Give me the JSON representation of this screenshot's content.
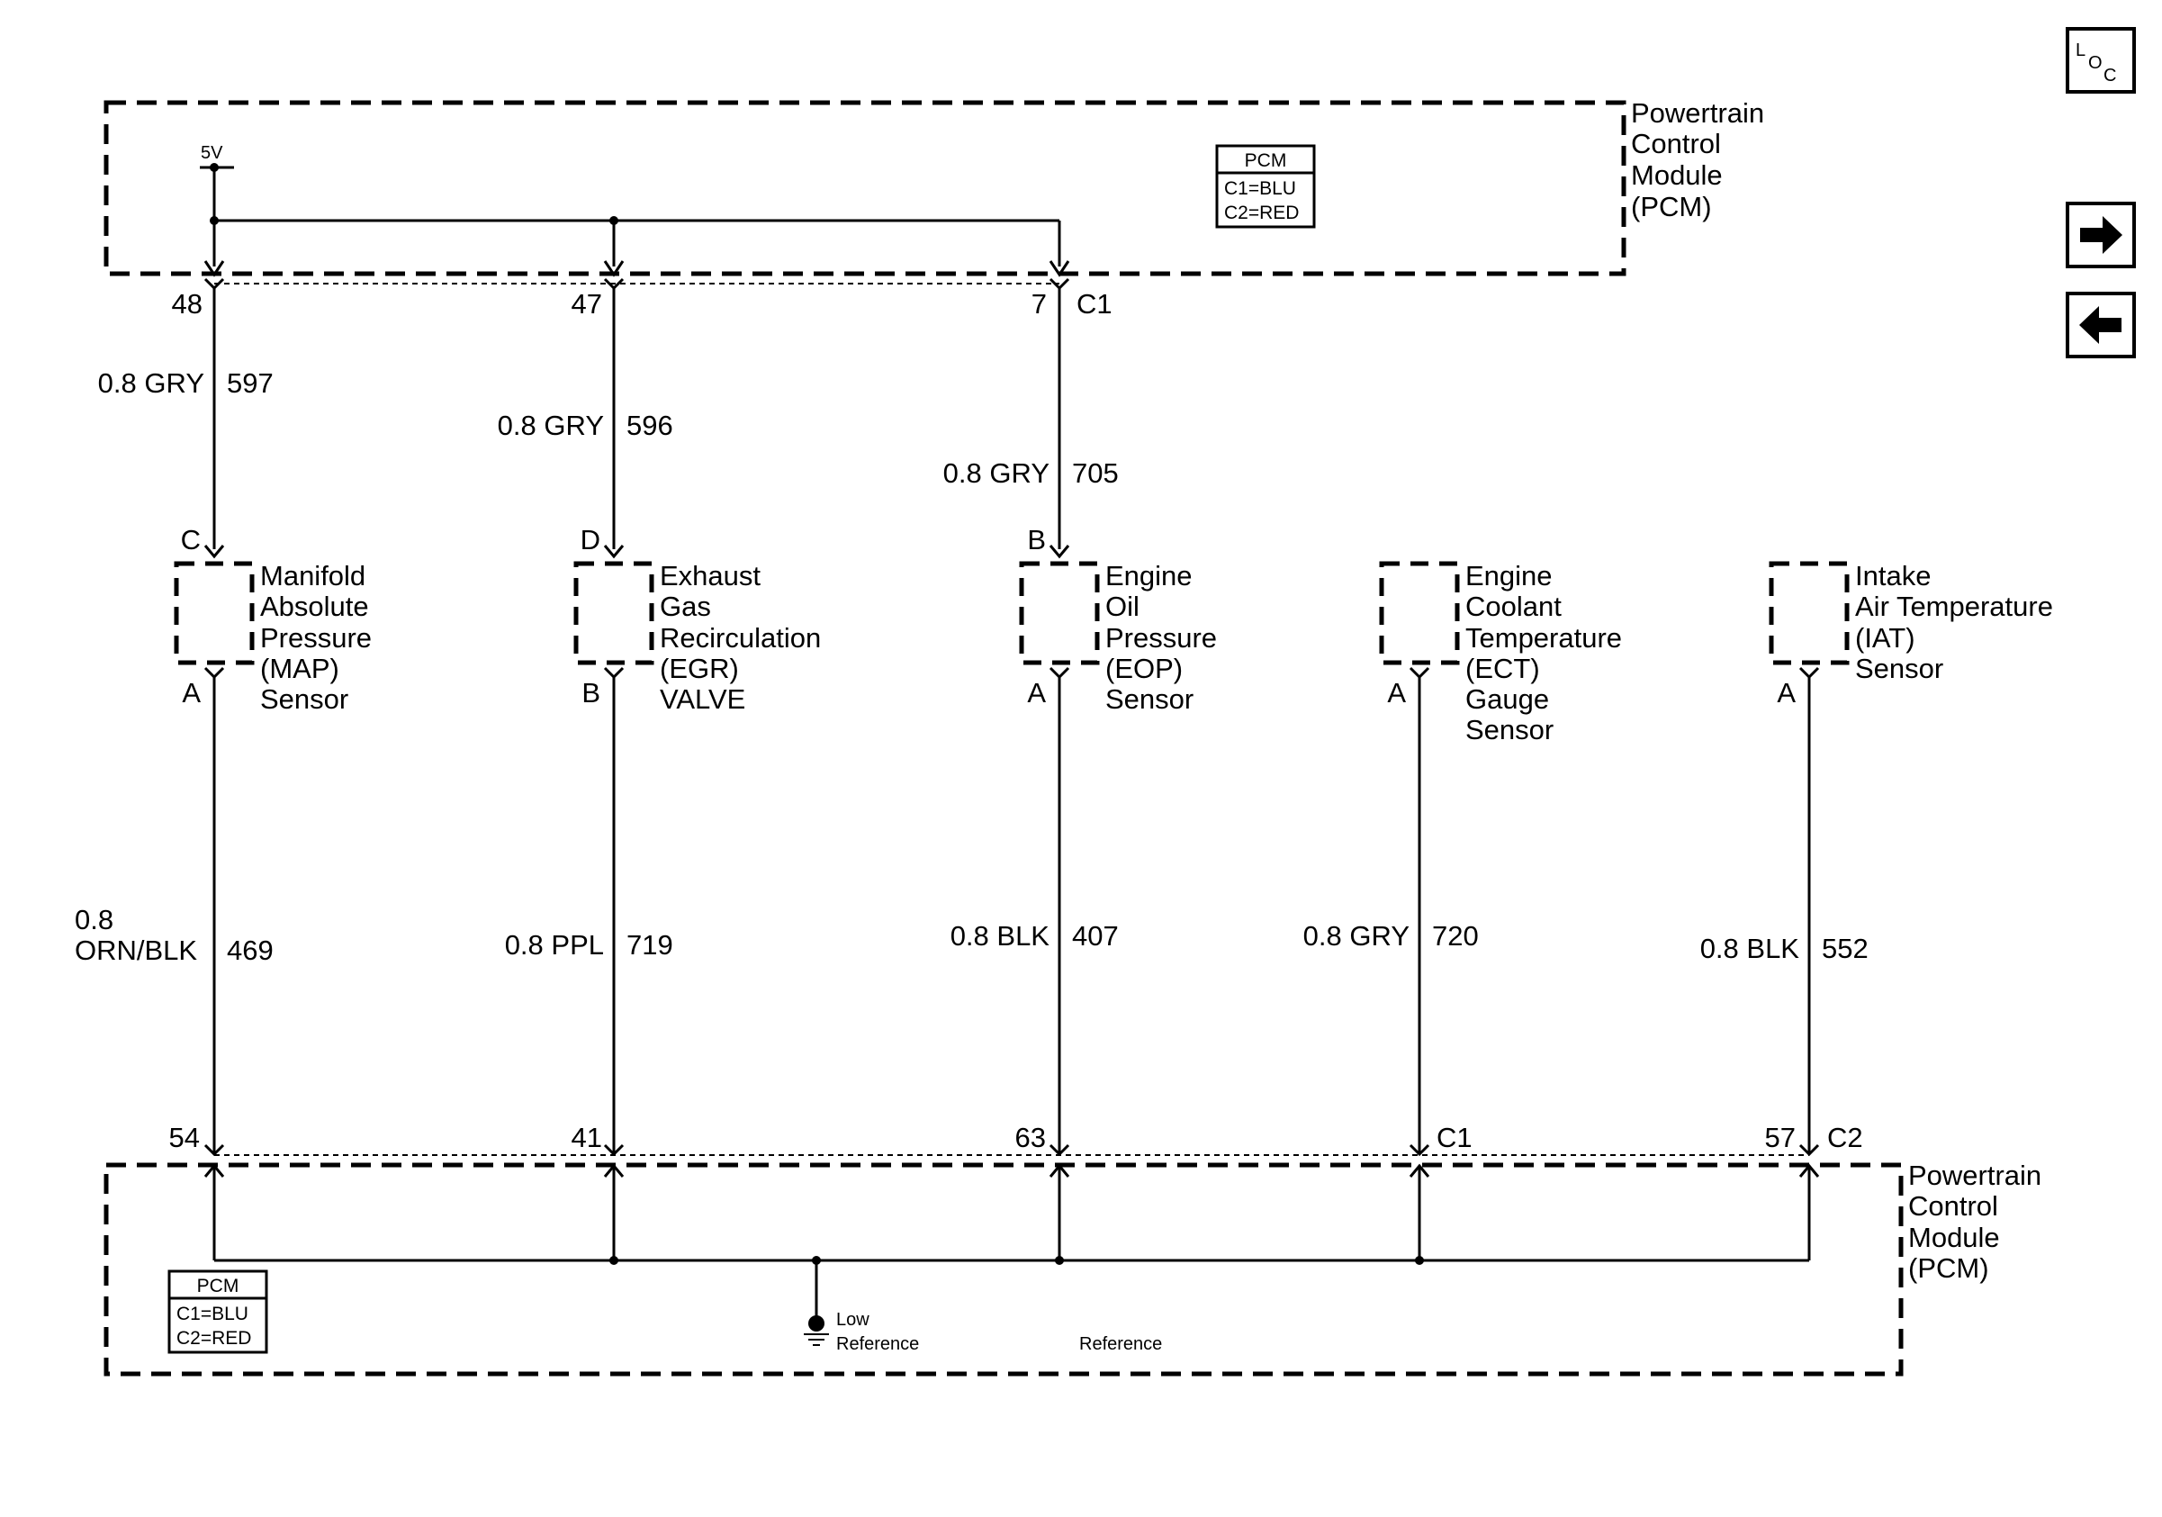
{
  "pcm_top": {
    "name_lines": [
      "Powertrain",
      "Control",
      "Module",
      "(PCM)"
    ],
    "supply_label": "5V",
    "legend": {
      "title": "PCM",
      "line1": "C1=BLU",
      "line2": "C2=RED"
    },
    "connector_label": "C1"
  },
  "pcm_bottom": {
    "name_lines": [
      "Powertrain",
      "Control",
      "Module",
      "(PCM)"
    ],
    "legend": {
      "title": "PCM",
      "line1": "C1=BLU",
      "line2": "C2=RED"
    },
    "ground_label_lines": [
      "Low",
      "Reference"
    ],
    "ref_label": "Reference",
    "connector_labels": [
      "C1",
      "C2"
    ]
  },
  "circuits_top": [
    {
      "pin": "48",
      "wire_color": "0.8 GRY",
      "circuit": "597",
      "sensor_pin": "C"
    },
    {
      "pin": "47",
      "wire_color": "0.8 GRY",
      "circuit": "596",
      "sensor_pin": "D"
    },
    {
      "pin": "7",
      "wire_color": "0.8 GRY",
      "circuit": "705",
      "sensor_pin": "B"
    }
  ],
  "components": [
    {
      "name_lines": [
        "Manifold",
        "Absolute",
        "Pressure",
        "(MAP)",
        "Sensor"
      ],
      "bottom_pin": "A"
    },
    {
      "name_lines": [
        "Exhaust",
        "Gas",
        "Recirculation",
        "(EGR)",
        "VALVE"
      ],
      "bottom_pin": "B"
    },
    {
      "name_lines": [
        "Engine",
        "Oil",
        "Pressure",
        "(EOP)",
        "Sensor"
      ],
      "bottom_pin": "A"
    },
    {
      "name_lines": [
        "Engine",
        "Coolant",
        "Temperature",
        "(ECT)",
        "Gauge",
        "Sensor"
      ],
      "bottom_pin": "A"
    },
    {
      "name_lines": [
        "Intake",
        "Air Temperature",
        "(IAT)",
        "Sensor"
      ],
      "bottom_pin": "A"
    }
  ],
  "circuits_bottom": [
    {
      "wire_color_lines": [
        "0.8",
        "ORN/BLK"
      ],
      "circuit": "469",
      "pin": "54"
    },
    {
      "wire_color_lines": [
        "0.8 PPL"
      ],
      "circuit": "719",
      "pin": "41"
    },
    {
      "wire_color_lines": [
        "0.8 BLK"
      ],
      "circuit": "407",
      "pin": "63"
    },
    {
      "wire_color_lines": [
        "0.8 GRY"
      ],
      "circuit": "720",
      "pin": ""
    },
    {
      "wire_color_lines": [
        "0.8 BLK"
      ],
      "circuit": "552",
      "pin": "57"
    }
  ],
  "nav": {
    "loc_label": "LOC",
    "forward_icon": "arrow-right-icon",
    "back_icon": "arrow-left-icon"
  }
}
